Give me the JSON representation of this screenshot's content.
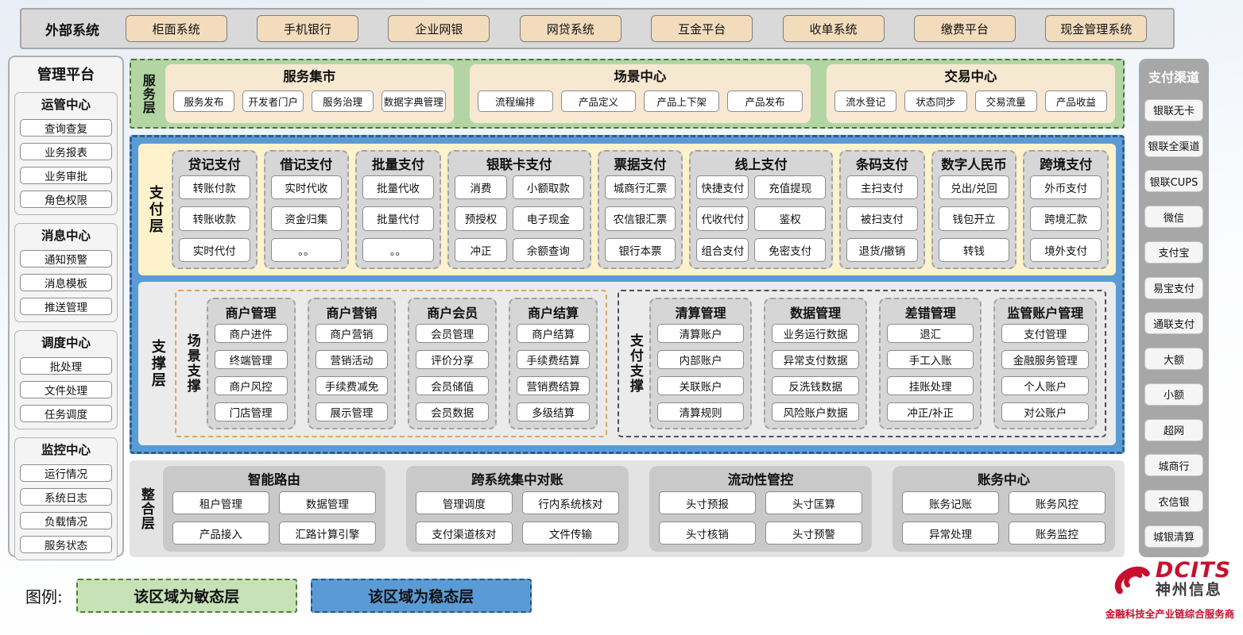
{
  "external_systems": {
    "label": "外部系统",
    "items": [
      "柜面系统",
      "手机银行",
      "企业网银",
      "网贷系统",
      "互金平台",
      "收单系统",
      "缴费平台",
      "现金管理系统"
    ]
  },
  "management_platform": {
    "title": "管理平台",
    "groups": [
      {
        "title": "运管中心",
        "items": [
          "查询查复",
          "业务报表",
          "业务审批",
          "角色权限"
        ]
      },
      {
        "title": "消息中心",
        "items": [
          "通知预警",
          "消息模板",
          "推送管理"
        ]
      },
      {
        "title": "调度中心",
        "items": [
          "批处理",
          "文件处理",
          "任务调度"
        ]
      },
      {
        "title": "监控中心",
        "items": [
          "运行情况",
          "系统日志",
          "负载情况",
          "服务状态"
        ]
      }
    ]
  },
  "service_layer": {
    "label": "服务层",
    "groups": [
      {
        "title": "服务集市",
        "items": [
          "服务发布",
          "开发者门户",
          "服务治理",
          "数据字典管理"
        ]
      },
      {
        "title": "场景中心",
        "items": [
          "流程编排",
          "产品定义",
          "产品上下架",
          "产品发布"
        ]
      },
      {
        "title": "交易中心",
        "items": [
          "流水登记",
          "状态同步",
          "交易流量",
          "产品收益"
        ]
      }
    ]
  },
  "payment_layer": {
    "label": "支付层",
    "columns": [
      {
        "title": "贷记支付",
        "items": [
          "转账付款",
          "转账收款",
          "实时代付"
        ]
      },
      {
        "title": "借记支付",
        "items": [
          "实时代收",
          "资金归集",
          "。。"
        ]
      },
      {
        "title": "批量支付",
        "items": [
          "批量代收",
          "批量代付",
          "。。"
        ]
      },
      {
        "title": "银联卡支付",
        "items": [
          "消费",
          "小额取款",
          "预授权",
          "电子现金",
          "冲正",
          "余额查询"
        ]
      },
      {
        "title": "票据支付",
        "items": [
          "城商行汇票",
          "农信银汇票",
          "银行本票"
        ]
      },
      {
        "title": "线上支付",
        "items": [
          "快捷支付",
          "充值提现",
          "代收代付",
          "鉴权",
          "组合支付",
          "免密支付"
        ]
      },
      {
        "title": "条码支付",
        "items": [
          "主扫支付",
          "被扫支付",
          "退货/撤销"
        ]
      },
      {
        "title": "数字人民币",
        "items": [
          "兑出/兑回",
          "钱包开立",
          "转钱"
        ]
      },
      {
        "title": "跨境支付",
        "items": [
          "外币支付",
          "跨境汇款",
          "境外支付"
        ]
      }
    ]
  },
  "support_layer": {
    "label": "支撑层",
    "scene_support": {
      "label": "场景支撑",
      "columns": [
        {
          "title": "商户管理",
          "items": [
            "商户进件",
            "终端管理",
            "商户风控",
            "门店管理"
          ]
        },
        {
          "title": "商户营销",
          "items": [
            "商户营销",
            "营销活动",
            "手续费减免",
            "展示管理"
          ]
        },
        {
          "title": "商户会员",
          "items": [
            "会员管理",
            "评价分享",
            "会员储值",
            "会员数据"
          ]
        },
        {
          "title": "商户结算",
          "items": [
            "商户结算",
            "手续费结算",
            "营销费结算",
            "多级结算"
          ]
        }
      ]
    },
    "payment_support": {
      "label": "支付支撑",
      "columns": [
        {
          "title": "清算管理",
          "items": [
            "清算账户",
            "内部账户",
            "关联账户",
            "清算规则"
          ]
        },
        {
          "title": "数据管理",
          "items": [
            "业务运行数据",
            "异常支付数据",
            "反洗钱数据",
            "风险账户数据"
          ]
        },
        {
          "title": "差错管理",
          "items": [
            "退汇",
            "手工入账",
            "挂账处理",
            "冲正/补正"
          ]
        },
        {
          "title": "监管账户管理",
          "items": [
            "支付管理",
            "金融服务管理",
            "个人账户",
            "对公账户"
          ]
        }
      ]
    }
  },
  "integration_layer": {
    "label": "整合层",
    "groups": [
      {
        "title": "智能路由",
        "items": [
          "租户管理",
          "数据管理",
          "产品接入",
          "汇路计算引擎"
        ]
      },
      {
        "title": "跨系统集中对账",
        "items": [
          "管理调度",
          "行内系统核对",
          "支付渠道核对",
          "文件传输"
        ]
      },
      {
        "title": "流动性管控",
        "items": [
          "头寸预报",
          "头寸匡算",
          "头寸核销",
          "头寸预警"
        ]
      },
      {
        "title": "账务中心",
        "items": [
          "账务记账",
          "账务风控",
          "异常处理",
          "账务监控"
        ]
      }
    ]
  },
  "payment_channels": {
    "title": "支付渠道",
    "items": [
      "银联无卡",
      "银联全渠道",
      "银联CUPS",
      "微信",
      "支付宝",
      "易宝支付",
      "通联支付",
      "大额",
      "小额",
      "超网",
      "城商行",
      "农信银",
      "城银清算"
    ]
  },
  "legend": {
    "label": "图例:",
    "agile_label": "该区域为敏态层",
    "stable_label": "该区域为稳态层"
  },
  "logo": {
    "brand": "DCITS",
    "company": "神州信息",
    "tagline": "金融科技全产业链综合服务商"
  },
  "colors": {
    "agile_green": "#b3d5a4",
    "stable_blue": "#5b9bd5",
    "tan_button": "#f2dcbc",
    "payment_cream": "#fdf2cc",
    "brand_red": "#c8102e"
  }
}
